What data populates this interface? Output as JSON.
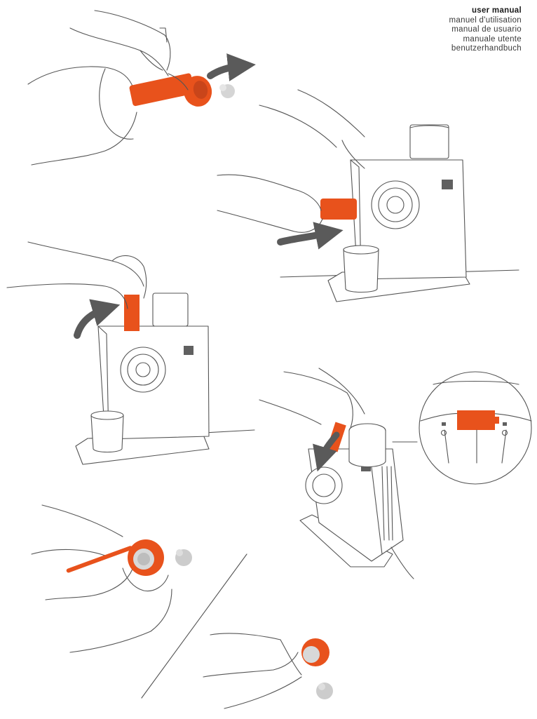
{
  "header": {
    "lines": [
      "user manual",
      "manuel d'utilisation",
      "manual de usuario",
      "manuale utente",
      "benutzerhandbuch"
    ]
  },
  "colors": {
    "accent": "#e8521c",
    "line": "#555555",
    "arrow": "#5a5a5a",
    "background": "#ffffff"
  },
  "illustrations": [
    "hand-removing-handle-cup",
    "hand-inserting-handle-into-machine",
    "hand-lifting-handle-up",
    "hand-locking-handle-on-top",
    "detail-inset-lock-indicator",
    "hand-cleaning-cup-with-brush",
    "hand-holding-cup"
  ]
}
